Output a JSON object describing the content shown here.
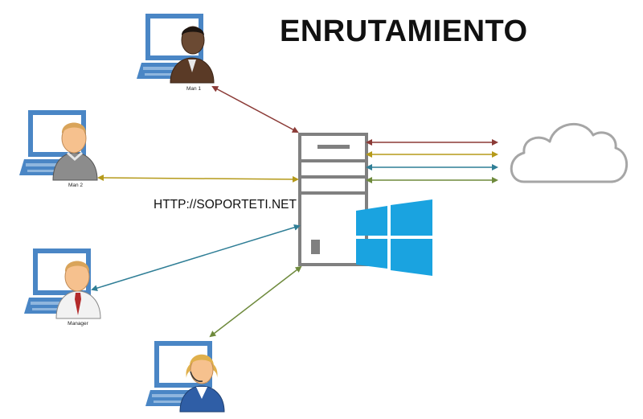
{
  "title": "ENRUTAMIENTO",
  "url_text": "HTTP://SOPORTETI.NET",
  "users": [
    {
      "label": "Man 1",
      "role": "man-1"
    },
    {
      "label": "Man 2",
      "role": "man-2"
    },
    {
      "label": "Manager",
      "role": "manager"
    },
    {
      "label": "",
      "role": "operator"
    }
  ],
  "colors": {
    "laptop": "#4a86c5",
    "server": "#808080",
    "cloud": "#a6a6a6",
    "windows": "#1aa3e0",
    "link_red": "#8b3a36",
    "link_gold": "#b59a1a",
    "link_teal": "#2f7e96",
    "link_green": "#6e8a3c"
  }
}
